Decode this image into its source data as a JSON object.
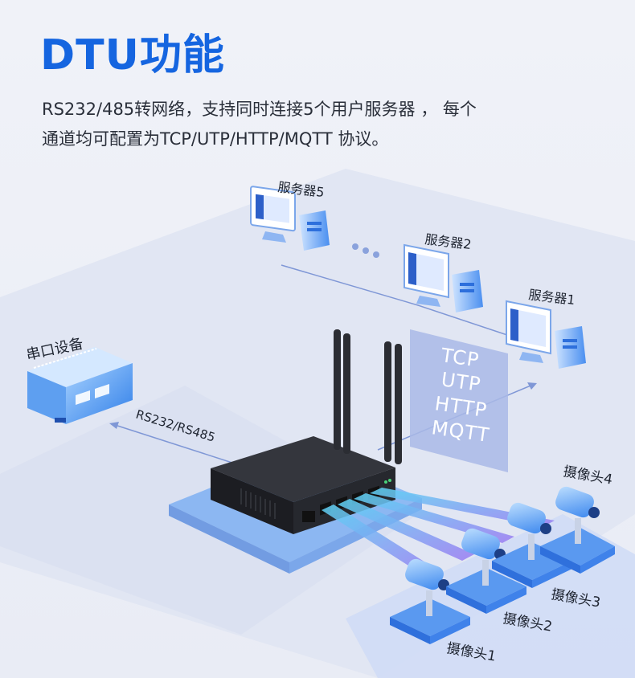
{
  "page": {
    "title": "DTU功能",
    "description_line1": "RS232/485转网络，支持同时连接5个用户服务器 ，  每个",
    "description_line2": "通道均可配置为TCP/UTP/HTTP/MQTT 协议。"
  },
  "diagram": {
    "servers": [
      {
        "label": "服务器5"
      },
      {
        "label": "服务器2"
      },
      {
        "label": "服务器1"
      }
    ],
    "serial_device_label": "串口设备",
    "serial_link_label": "RS232/RS485",
    "protocols": [
      "TCP",
      "UTP",
      "HTTP",
      "MQTT"
    ],
    "cameras": [
      {
        "label": "摄像头1"
      },
      {
        "label": "摄像头2"
      },
      {
        "label": "摄像头3"
      },
      {
        "label": "摄像头4"
      }
    ],
    "colors": {
      "title": "#1565e0",
      "accent_blue": "#3b82f6",
      "protocol_panel": "#a9b8e6",
      "router_body": "#22242a",
      "beam_purple": "#9b7bf2",
      "beam_cyan": "#5fd6f5"
    }
  }
}
